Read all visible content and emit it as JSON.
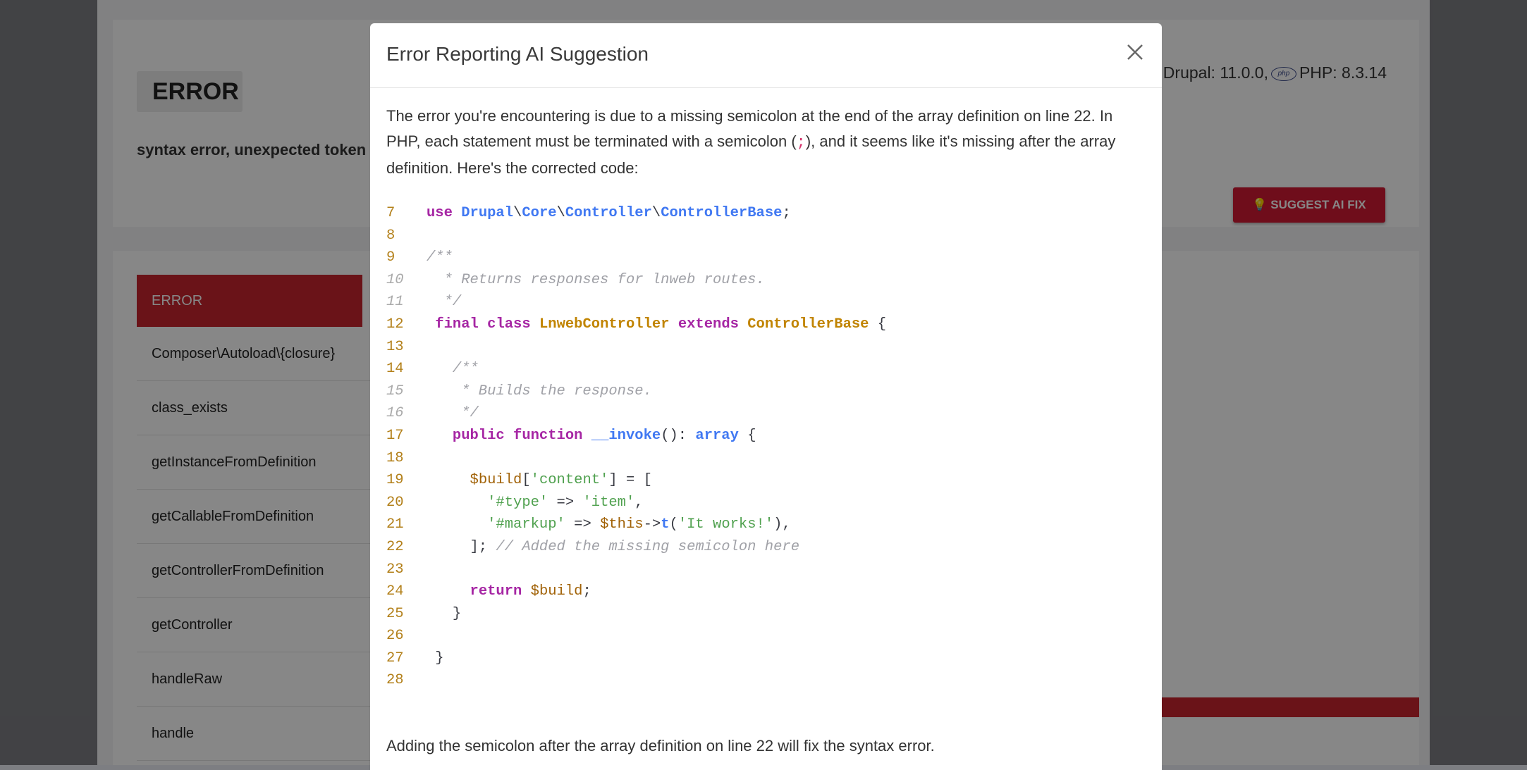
{
  "background": {
    "error_badge": "ERROR",
    "error_message": "syntax error, unexpected token \"r",
    "drupal_version": "Drupal: 11.0.0,",
    "php_logo": "php",
    "php_version": "PHP: 8.3.14",
    "suggest_button": "💡 SUGGEST AI FIX",
    "stack_header": "ERROR",
    "stack_frames": [
      "Composer\\Autoload\\{closure}",
      "class_exists",
      "getInstanceFromDefinition",
      "getCallableFromDefinition",
      "getControllerFromDefinition",
      "getController",
      "handleRaw",
      "handle"
    ]
  },
  "modal": {
    "title": "Error Reporting AI Suggestion",
    "intro_part1": "The error you're encountering is due to a missing semicolon at the end of the array definition on line 22. In PHP, each statement must be terminated with a semicolon (",
    "intro_semicolon": ";",
    "intro_part2": "), and it seems like it's missing after the array definition. Here's the corrected code:",
    "code_lines": [
      {
        "num": "7",
        "comment": false,
        "tokens": [
          [
            "kw",
            "use"
          ],
          [
            "pl",
            " "
          ],
          [
            "ns",
            "Drupal"
          ],
          [
            "pl",
            "\\"
          ],
          [
            "ns",
            "Core"
          ],
          [
            "pl",
            "\\"
          ],
          [
            "ns",
            "Controller"
          ],
          [
            "pl",
            "\\"
          ],
          [
            "ns",
            "ControllerBase"
          ],
          [
            "pl",
            ";"
          ]
        ]
      },
      {
        "num": "8",
        "comment": false,
        "tokens": []
      },
      {
        "num": "9",
        "comment": false,
        "tokens": [
          [
            "com",
            "/**"
          ]
        ]
      },
      {
        "num": "10",
        "comment": true,
        "tokens": [
          [
            "com",
            "  * Returns responses for lnweb routes."
          ]
        ]
      },
      {
        "num": "11",
        "comment": true,
        "tokens": [
          [
            "com",
            "  */"
          ]
        ]
      },
      {
        "num": "12",
        "comment": false,
        "tokens": [
          [
            "pl",
            " "
          ],
          [
            "kw",
            "final"
          ],
          [
            "pl",
            " "
          ],
          [
            "kw",
            "class"
          ],
          [
            "pl",
            " "
          ],
          [
            "cls",
            "LnwebController"
          ],
          [
            "pl",
            " "
          ],
          [
            "kw",
            "extends"
          ],
          [
            "pl",
            " "
          ],
          [
            "cls",
            "ControllerBase"
          ],
          [
            "pl",
            " {"
          ]
        ]
      },
      {
        "num": "13",
        "comment": false,
        "tokens": []
      },
      {
        "num": "14",
        "comment": false,
        "tokens": [
          [
            "com",
            "   /**"
          ]
        ]
      },
      {
        "num": "15",
        "comment": true,
        "tokens": [
          [
            "com",
            "    * Builds the response."
          ]
        ]
      },
      {
        "num": "16",
        "comment": true,
        "tokens": [
          [
            "com",
            "    */"
          ]
        ]
      },
      {
        "num": "17",
        "comment": false,
        "tokens": [
          [
            "pl",
            "   "
          ],
          [
            "kw",
            "public"
          ],
          [
            "pl",
            " "
          ],
          [
            "kw",
            "function"
          ],
          [
            "pl",
            " "
          ],
          [
            "fn",
            "__invoke"
          ],
          [
            "pl",
            "(): "
          ],
          [
            "fn",
            "array"
          ],
          [
            "pl",
            " {"
          ]
        ]
      },
      {
        "num": "18",
        "comment": false,
        "tokens": []
      },
      {
        "num": "19",
        "comment": false,
        "tokens": [
          [
            "pl",
            "     "
          ],
          [
            "var",
            "$build"
          ],
          [
            "pl",
            "["
          ],
          [
            "str",
            "'content'"
          ],
          [
            "pl",
            "] = ["
          ]
        ]
      },
      {
        "num": "20",
        "comment": false,
        "tokens": [
          [
            "pl",
            "       "
          ],
          [
            "str",
            "'#type'"
          ],
          [
            "pl",
            " => "
          ],
          [
            "str",
            "'item'"
          ],
          [
            "pl",
            ","
          ]
        ]
      },
      {
        "num": "21",
        "comment": false,
        "tokens": [
          [
            "pl",
            "       "
          ],
          [
            "str",
            "'#markup'"
          ],
          [
            "pl",
            " => "
          ],
          [
            "var",
            "$this"
          ],
          [
            "pl",
            "->"
          ],
          [
            "fn",
            "t"
          ],
          [
            "pl",
            "("
          ],
          [
            "str",
            "'It works!'"
          ],
          [
            "pl",
            "),"
          ]
        ]
      },
      {
        "num": "22",
        "comment": false,
        "tokens": [
          [
            "pl",
            "     ]; "
          ],
          [
            "com",
            "// Added the missing semicolon here"
          ]
        ]
      },
      {
        "num": "23",
        "comment": false,
        "tokens": []
      },
      {
        "num": "24",
        "comment": false,
        "tokens": [
          [
            "pl",
            "     "
          ],
          [
            "kw",
            "return"
          ],
          [
            "pl",
            " "
          ],
          [
            "var",
            "$build"
          ],
          [
            "pl",
            ";"
          ]
        ]
      },
      {
        "num": "25",
        "comment": false,
        "tokens": [
          [
            "pl",
            "   }"
          ]
        ]
      },
      {
        "num": "26",
        "comment": false,
        "tokens": []
      },
      {
        "num": "27",
        "comment": false,
        "tokens": [
          [
            "pl",
            " }"
          ]
        ]
      },
      {
        "num": "28",
        "comment": false,
        "tokens": []
      }
    ],
    "outro": "Adding the semicolon after the array definition on line 22 will fix the syntax error."
  },
  "icons": {
    "close": "close-icon",
    "php": "php-logo-icon",
    "drupal": "drupal-drop-icon",
    "bulb": "lightbulb-icon"
  },
  "colors": {
    "danger": "#d11a34",
    "stack_header": "#c9242f",
    "keyword": "#a626a4",
    "namespace": "#4078f2",
    "class": "#c18401",
    "string": "#50a14f",
    "comment": "#a0a1a7"
  }
}
